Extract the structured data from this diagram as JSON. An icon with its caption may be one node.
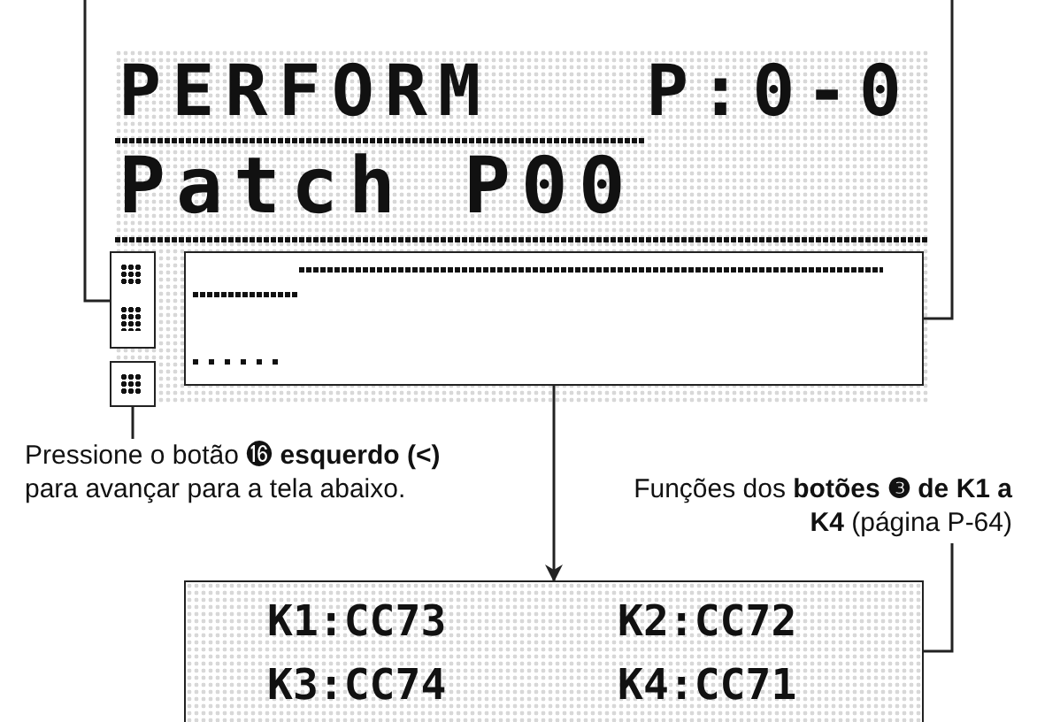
{
  "diagram": {
    "nodes": [
      {
        "text": [
          "PERFORM",
          "P:0-0",
          "Patch P00"
        ]
      },
      {
        "text": [],
        "shape": "box",
        "in": 0
      },
      {
        "text": [],
        "shape": "box",
        "in": 0
      },
      {
        "text": [],
        "shape": "box",
        "in": 0
      },
      {
        "text": [
          "Pressione o botão ⓰ **esquerdo (<)** para avançar para a tela abaixo."
        ]
      },
      {
        "text": [
          "K1:CC73",
          "K2:CC72",
          "K3:CC74",
          "K4:CC71"
        ]
      },
      {
        "text": [
          "Funções dos **botões ❸ de K1 a K4** (página P-64)"
        ]
      }
    ],
    "edges": [
      {
        "from": null,
        "to": 1,
        "arrow": "none"
      },
      {
        "from": null,
        "to": 3,
        "arrow": "none"
      },
      {
        "from": 2,
        "to": 4,
        "arrow": "none"
      },
      {
        "from": 3,
        "to": 5,
        "arrow": "to"
      },
      {
        "from": 6,
        "to": 5,
        "arrow": "none"
      }
    ]
  }
}
